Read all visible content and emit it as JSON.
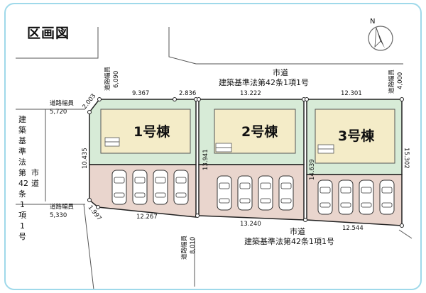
{
  "title": "区画図",
  "compass_letter": "N",
  "roads": {
    "top_label": "市道",
    "top_sub": "建築基準法第42条1項1号",
    "bottom_label": "市道",
    "bottom_sub": "建築基準法第42条1項1号",
    "left_vertical": [
      "建",
      "築",
      "基",
      "準",
      "法",
      "第",
      "42",
      "条",
      "1",
      "項",
      "1",
      "号"
    ],
    "left_city": [
      "市",
      "道"
    ]
  },
  "road_widths": {
    "label": "道路幅員",
    "top_left": "6,090",
    "left_top": "5,720",
    "left_bottom": "5,330",
    "top_right": "4,000",
    "bottom_mid": "8,010"
  },
  "lots": [
    {
      "building": "1号棟"
    },
    {
      "building": "2号棟"
    },
    {
      "building": "3号棟"
    }
  ],
  "dimensions": {
    "d_9367": "9.367",
    "d_2836": "2.836",
    "d_13222": "13.222",
    "d_12301": "12.301",
    "d_2003": "2.003",
    "d_10435": "10.435",
    "d_13941": "13.941",
    "d_14639": "14.639",
    "d_15302": "15.302",
    "d_1997": "1.997",
    "d_12267": "12.267",
    "d_13240": "13.240",
    "d_12544": "12.544"
  },
  "colors": {
    "frame": "#9fd9ea",
    "garden": "#d7ebd7",
    "parking": "#e9d5cd",
    "building": "#f4ecc8",
    "boundary": "#222222"
  }
}
